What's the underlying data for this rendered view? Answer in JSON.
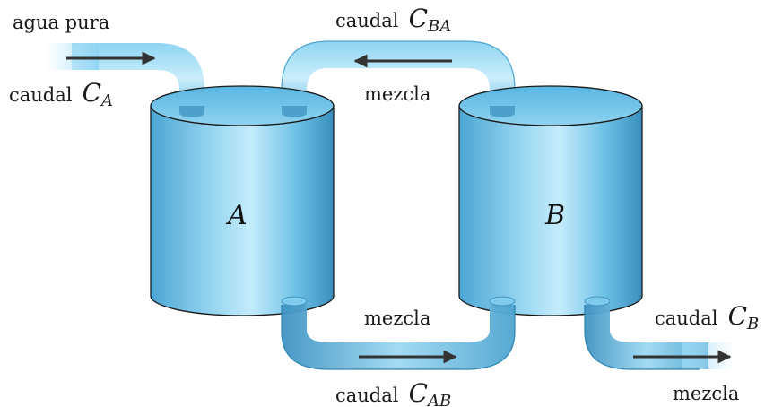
{
  "labels": {
    "inlet_top": "agua pura",
    "inlet_rate_word": "caudal",
    "inlet_rate_C": "C",
    "inlet_rate_sub": "A",
    "return_rate_word": "caudal",
    "return_rate_C": "C",
    "return_rate_sub": "BA",
    "return_content": "mezcla",
    "transfer_content": "mezcla",
    "transfer_rate_word": "caudal",
    "transfer_rate_C": "C",
    "transfer_rate_sub": "AB",
    "outlet_rate_word": "caudal",
    "outlet_rate_C": "C",
    "outlet_rate_sub": "B",
    "outlet_content": "mezcla"
  },
  "tanks": {
    "a_label": "A",
    "b_label": "B"
  },
  "colors": {
    "water_light": "#bfe8f8",
    "water_mid": "#6cc4ec",
    "water_dark": "#2f86b4",
    "outline": "#1a1a1a",
    "arrow": "#333333"
  }
}
